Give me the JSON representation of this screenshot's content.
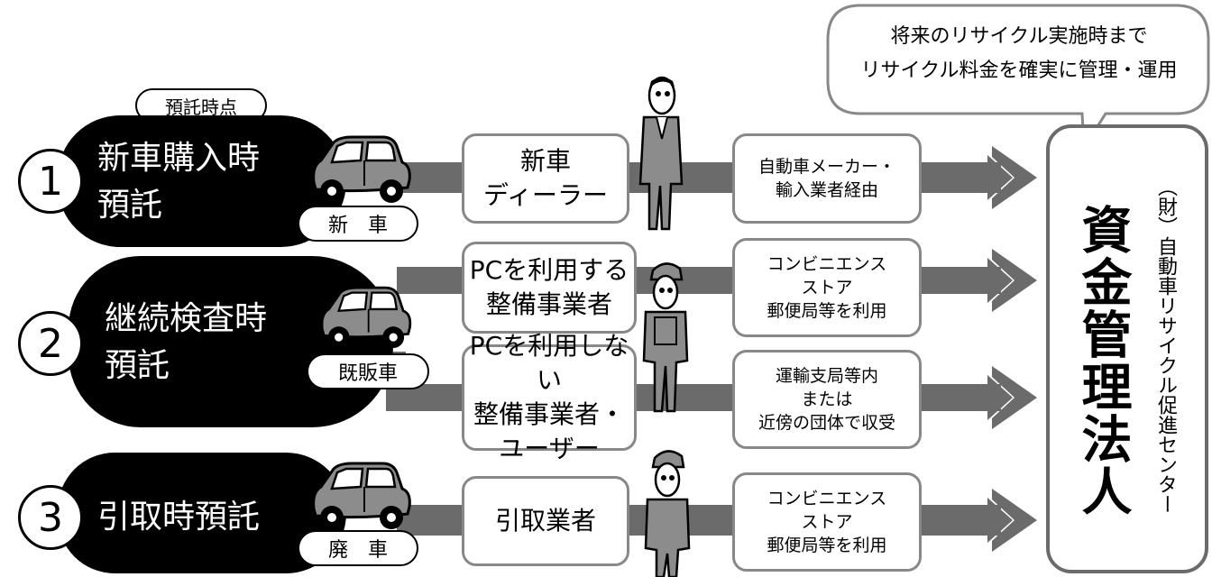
{
  "callout": {
    "text": "将来のリサイクル実施時まで\nリサイクル料金を確実に管理・運用"
  },
  "timing_label": "預託時点",
  "stages": [
    {
      "number": "1",
      "title_line1": "新車購入時",
      "title_line2": "預託",
      "car_label": "新　車",
      "intermediary": "新車\nディーラー",
      "route": "自動車メーカー・\n輸入業者経由"
    },
    {
      "number": "2",
      "title_line1": "継続検査時",
      "title_line2": "預託",
      "car_label": "既販車",
      "intermediary": "PCを利用する\n整備事業者",
      "route": "コンビニエンス\nストア\n郵便局等を利用",
      "intermediary2": "PCを利用しない\n整備事業者・\nユーザー",
      "route2": "運輸支局等内\nまたは\n近傍の団体で収受"
    },
    {
      "number": "3",
      "title_line1": "引取時預託",
      "title_line2": "",
      "car_label": "廃　車",
      "intermediary": "引取業者",
      "route": "コンビニエンス\nストア\n郵便局等を利用"
    }
  ],
  "fund_manager": {
    "title": "資金管理法人",
    "org": "（財）自動車リサイクル促進センター"
  },
  "colors": {
    "stage_bg": "#000000",
    "arrow": "#6b6b6b",
    "box_border": "#888888",
    "car_body": "#8c8c8c"
  },
  "icons": [
    "car-icon",
    "dealer-person-icon",
    "mechanic-person-icon"
  ]
}
